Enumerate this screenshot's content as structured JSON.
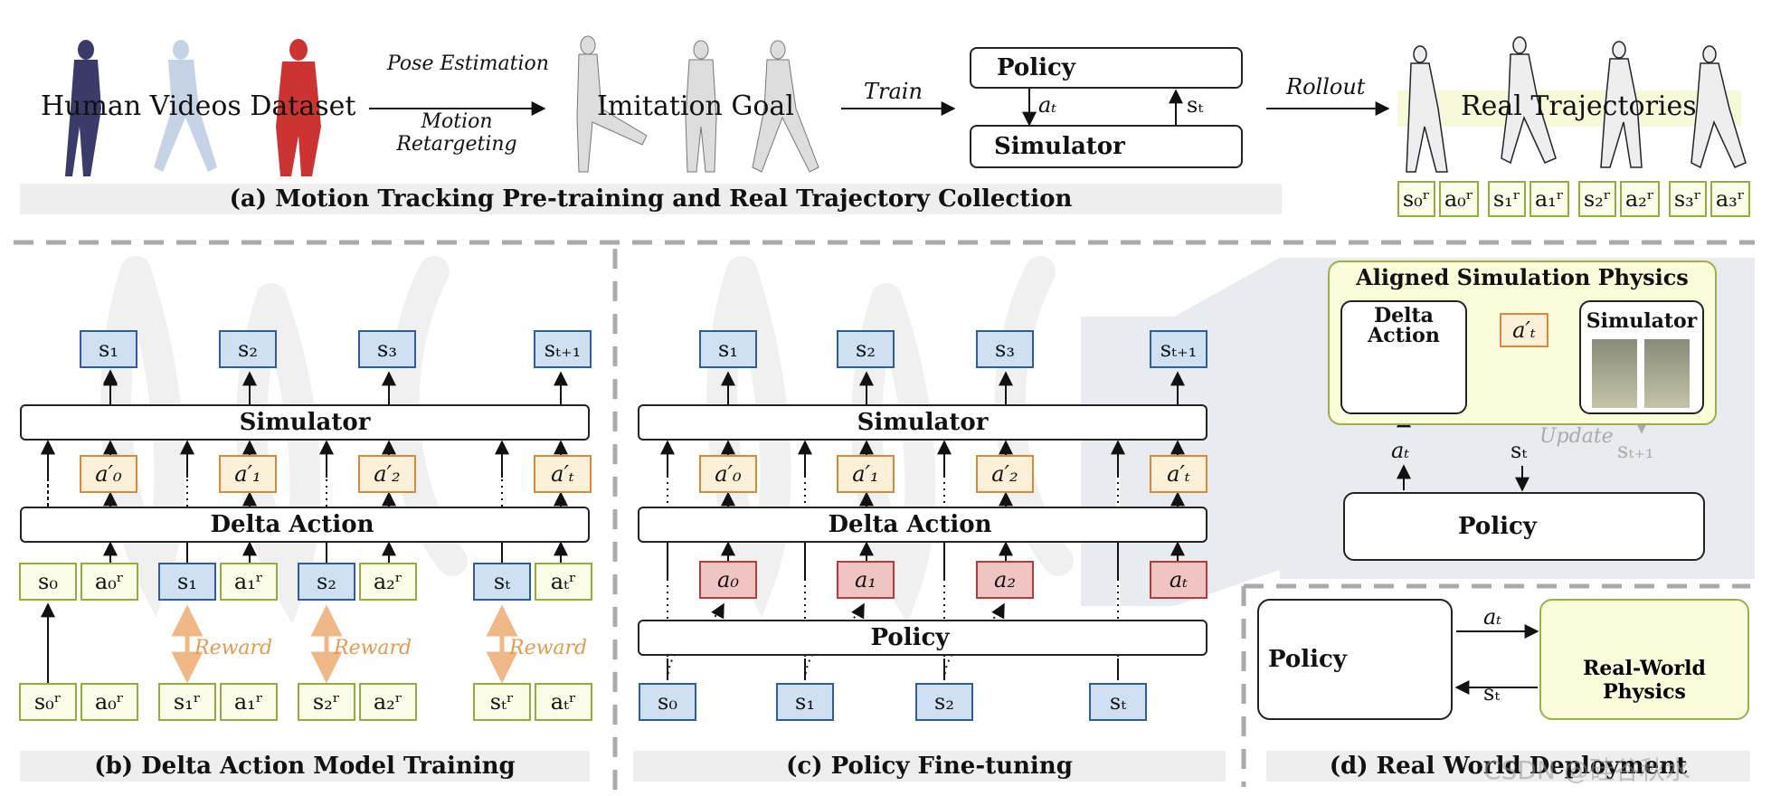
{
  "top": {
    "human_videos_label": "Human Videos Dataset",
    "pose_estimation_label": "Pose Estimation",
    "motion_retargeting_label": "Motion Retargeting",
    "imitation_goal_label": "Imitation Goal",
    "train_label": "Train",
    "policy_label": "Policy",
    "simulator_label": "Simulator",
    "action_label": "a_t",
    "state_label": "s_t",
    "rollout_label": "Rollout",
    "real_trajectories_label": "Real Trajectories",
    "trajectory_pairs": [
      {
        "s": "s₀ʳ",
        "a": "a₀ʳ"
      },
      {
        "s": "s₁ʳ",
        "a": "a₁ʳ"
      },
      {
        "s": "s₂ʳ",
        "a": "a₂ʳ"
      },
      {
        "s": "s₃ʳ",
        "a": "a₃ʳ"
      }
    ],
    "caption": "(a) Motion Tracking Pre-training and Real Trajectory Collection"
  },
  "panel_b": {
    "states_out": [
      "s₁",
      "s₂",
      "s₃",
      "sₜ₊₁"
    ],
    "simulator_label": "Simulator",
    "delta_actions": [
      "a′₀",
      "a′₁",
      "a′₂",
      "a′ₜ"
    ],
    "delta_action_label": "Delta Action",
    "sim_states": [
      "s₀",
      "s₁",
      "s₂",
      "sₜ"
    ],
    "real_actions": [
      "a₀ʳ",
      "a₁ʳ",
      "a₂ʳ",
      "aₜʳ"
    ],
    "reward_label": "Reward",
    "real_states": [
      "s₀ʳ",
      "s₁ʳ",
      "s₂ʳ",
      "sₜʳ"
    ],
    "real_actions_bottom": [
      "a₀ʳ",
      "a₁ʳ",
      "a₂ʳ",
      "aₜʳ"
    ],
    "caption": "(b) Delta Action Model Training"
  },
  "panel_c": {
    "states_out": [
      "s₁",
      "s₂",
      "s₃",
      "sₜ₊₁"
    ],
    "simulator_label": "Simulator",
    "delta_actions": [
      "a′₀",
      "a′₁",
      "a′₂",
      "a′ₜ"
    ],
    "delta_action_label": "Delta Action",
    "policy_actions": [
      "a₀",
      "a₁",
      "a₂",
      "aₜ"
    ],
    "policy_label": "Policy",
    "states_in": [
      "s₀",
      "s₁",
      "s₂",
      "sₜ"
    ],
    "caption": "(c) Policy Fine-tuning"
  },
  "inset": {
    "title": "Aligned Simulation Physics",
    "delta_action_label": "Delta Action",
    "delta_output": "a′ₜ",
    "simulator_label": "Simulator",
    "action_label": "aₜ",
    "state_label": "sₜ",
    "update_label": "Update",
    "next_state_label": "sₜ₊₁",
    "policy_label": "Policy"
  },
  "panel_d": {
    "policy_label": "Policy",
    "action_label": "aₜ",
    "state_label": "sₜ",
    "physics_label": "Real-World Physics",
    "caption": "(d) Real World Deployment"
  },
  "watermark": "CSDN @硅谷秋水",
  "colors": {
    "state_blue": "#cfe0f3",
    "delta_orange": "#fdf0d8",
    "real_green": "#fbfde8",
    "policy_red": "#f1c4c4",
    "reward_orange": "#e59a4e",
    "panel_yellow": "#fbfcd9"
  }
}
